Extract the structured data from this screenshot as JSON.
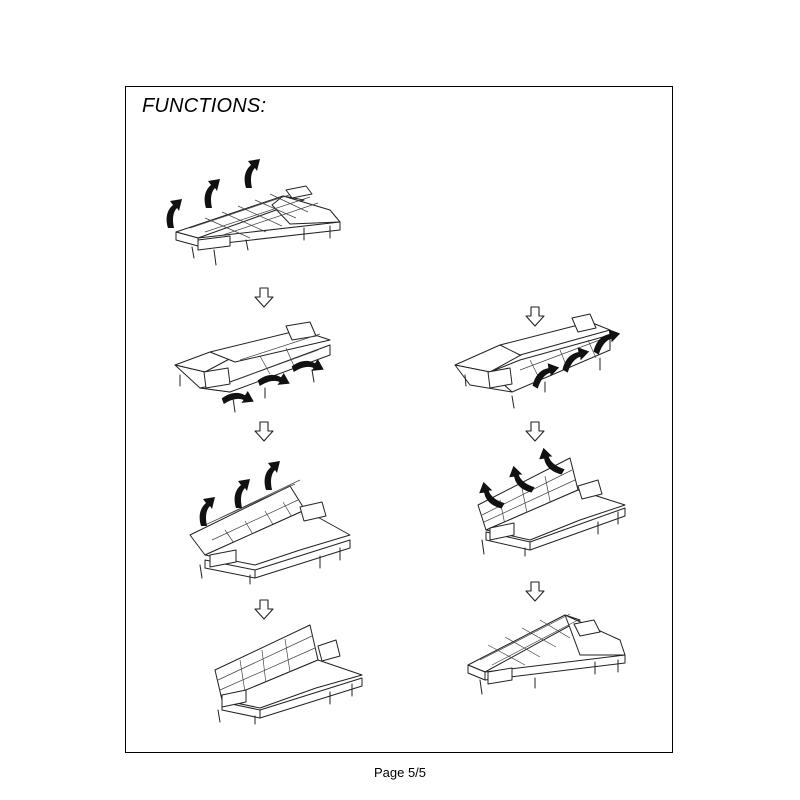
{
  "title": "FUNCTIONS:",
  "footer": "Page 5/5",
  "icons": [
    "down-arrow-icon",
    "curved-arrow-icon",
    "sofa-illustration"
  ]
}
